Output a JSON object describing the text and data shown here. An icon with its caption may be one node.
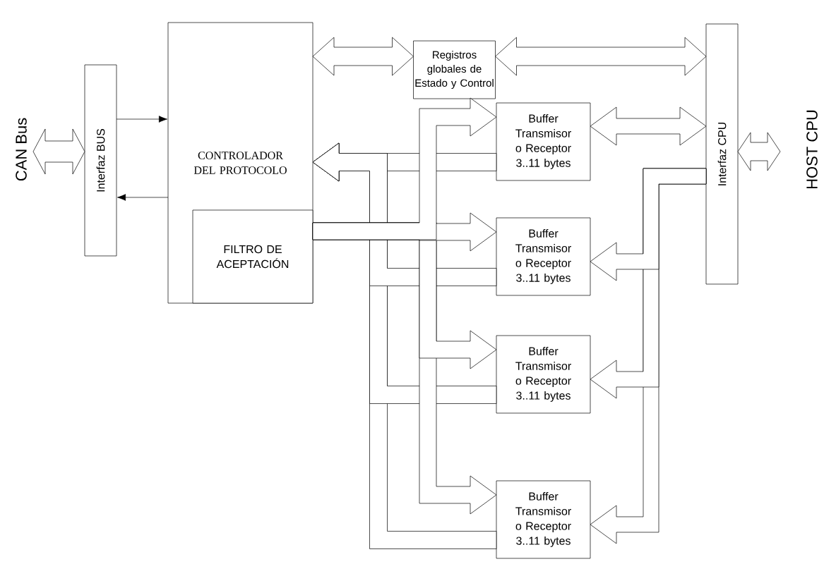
{
  "diagram": {
    "nodes": [
      {
        "text": [
          "CAN Bus"
        ]
      },
      {
        "text": [
          "Interfaz BUS"
        ]
      },
      {
        "text": [
          "CONTROLADOR DEL PROTOCOLO"
        ]
      },
      {
        "text": [
          "FILTRO DE ACEPTACIÓN"
        ],
        "in": 2
      },
      {
        "text": [
          "Registros globales de Estado y Control"
        ]
      },
      {
        "text": [
          "Interfaz CPU"
        ]
      },
      {
        "text": [
          "HOST CPU"
        ]
      },
      {
        "text": [
          "Buffer Transmisor o Receptor 3..11 bytes"
        ]
      },
      {
        "text": [
          "Buffer Transmisor o Receptor 3..11 bytes"
        ]
      },
      {
        "text": [
          "Buffer Transmisor o Receptor 3..11 bytes"
        ]
      },
      {
        "text": [
          "Buffer Transmisor o Receptor 3..11 bytes"
        ]
      }
    ],
    "edges": [
      {
        "from": 0,
        "to": 1,
        "arrow": "both",
        "style": "thick"
      },
      {
        "from": 1,
        "to": 2,
        "arrow": "to"
      },
      {
        "from": 2,
        "to": 1,
        "arrow": "to"
      },
      {
        "from": 2,
        "to": 4,
        "arrow": "both",
        "style": "thick"
      },
      {
        "from": 4,
        "to": 5,
        "arrow": "both",
        "style": "thick"
      },
      {
        "from": 5,
        "to": 6,
        "arrow": "both",
        "style": "thick"
      },
      {
        "from": 7,
        "to": 2,
        "arrow": "to",
        "style": "thick"
      },
      {
        "from": 8,
        "to": 2,
        "arrow": "to",
        "style": "thick"
      },
      {
        "from": 9,
        "to": 2,
        "arrow": "to",
        "style": "thick"
      },
      {
        "from": 10,
        "to": 2,
        "arrow": "to",
        "style": "thick"
      },
      {
        "from": 3,
        "to": 7,
        "arrow": "to",
        "style": "thick"
      },
      {
        "from": 3,
        "to": 8,
        "arrow": "to",
        "style": "thick"
      },
      {
        "from": 3,
        "to": 9,
        "arrow": "to",
        "style": "thick"
      },
      {
        "from": 3,
        "to": 10,
        "arrow": "to",
        "style": "thick"
      },
      {
        "from": 7,
        "to": 5,
        "arrow": "both",
        "style": "thick"
      },
      {
        "from": 5,
        "to": 8,
        "arrow": "to",
        "style": "thick"
      },
      {
        "from": 5,
        "to": 9,
        "arrow": "to",
        "style": "thick"
      },
      {
        "from": 5,
        "to": 10,
        "arrow": "to",
        "style": "thick"
      }
    ]
  }
}
